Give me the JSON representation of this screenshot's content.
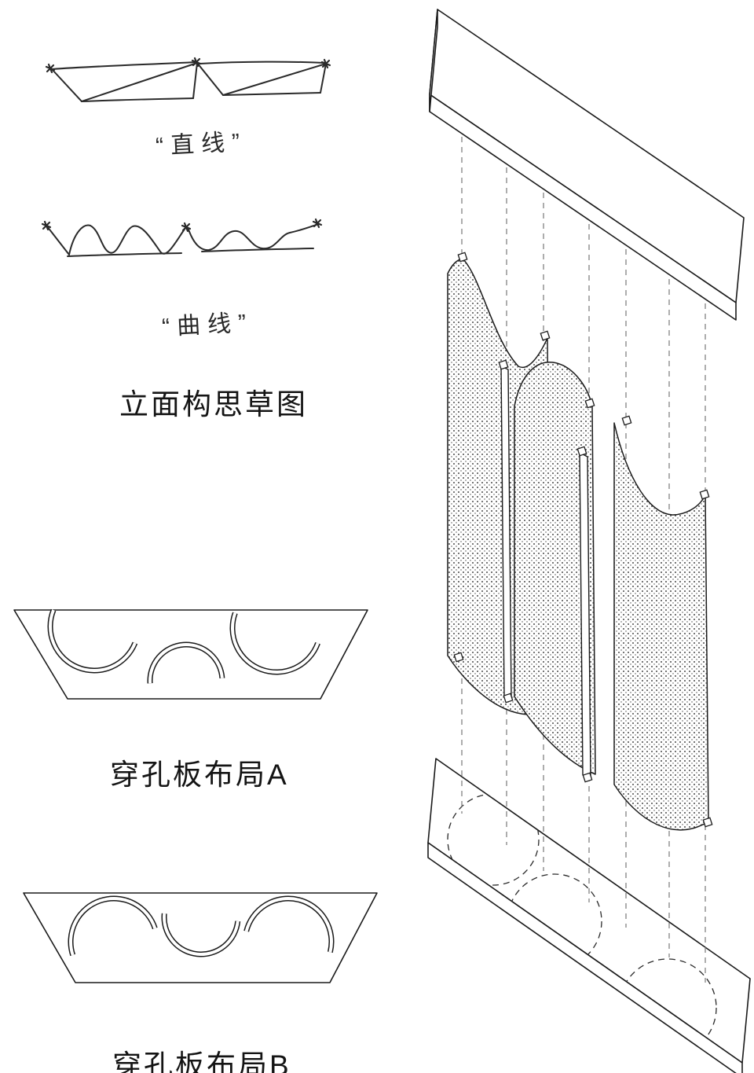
{
  "sketches": {
    "label_straight": "“直线”",
    "label_curve": "“曲线”",
    "caption": "立面构思草图"
  },
  "plans": {
    "layout_a_caption": "穿孔板布局A",
    "layout_b_caption": "穿孔板布局B"
  },
  "colors": {
    "background": "#ffffff",
    "line": "#1a1a1a",
    "sketch_line": "#2a2a2a",
    "dashed_line": "#777777",
    "stipple_dot": "#4a4a4a"
  }
}
